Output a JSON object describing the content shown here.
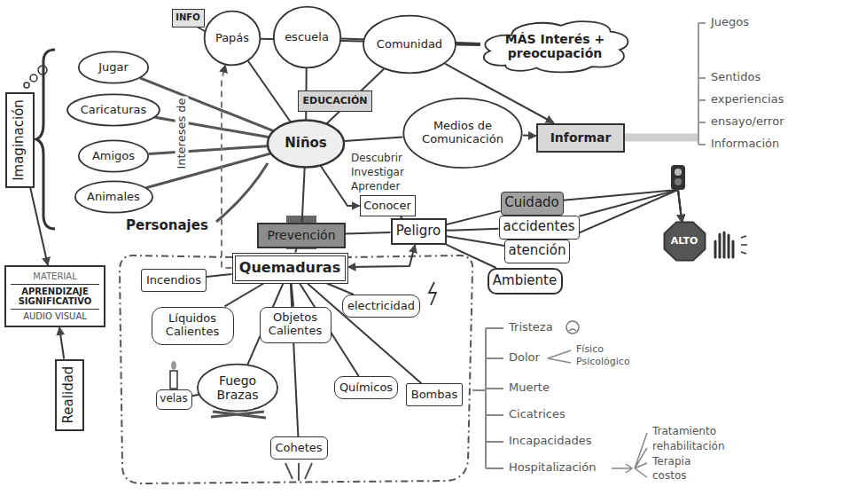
{
  "diagram": {
    "nodes": [
      {
        "text": [
          "INFO"
        ]
      },
      {
        "text": [
          "Papás"
        ]
      },
      {
        "text": [
          "escuela"
        ]
      },
      {
        "text": [
          "Comunidad"
        ]
      },
      {
        "text": [
          "MÁS Interés + preocupación"
        ]
      },
      {
        "text": [
          "EDUCACIÓN"
        ]
      },
      {
        "text": [
          "Imaginación"
        ]
      },
      {
        "text": [
          "Jugar"
        ]
      },
      {
        "text": [
          "Caricaturas"
        ]
      },
      {
        "text": [
          "Amigos"
        ]
      },
      {
        "text": [
          "Animales"
        ]
      },
      {
        "text": [
          "Niños"
        ]
      },
      {
        "text": [
          "Medios de Comunicación"
        ]
      },
      {
        "text": [
          "Informar"
        ]
      },
      {
        "text": [
          "Conocer"
        ]
      },
      {
        "text": [
          "MATERIAL",
          "APRENDIZAJE SIGNIFICATIVO",
          "AUDIO VISUAL"
        ]
      },
      {
        "text": [
          "Prevención"
        ]
      },
      {
        "text": [
          "Peligro"
        ]
      },
      {
        "text": [
          "Cuidado"
        ]
      },
      {
        "text": [
          "accidentes"
        ]
      },
      {
        "text": [
          "atención"
        ]
      },
      {
        "text": [
          "Ambiente"
        ]
      },
      {
        "text": [
          "ALTO"
        ]
      },
      {
        "text": [
          "Quemaduras"
        ]
      },
      {
        "text": [
          "Incendios"
        ]
      },
      {
        "text": [
          "Líquidos Calientes"
        ]
      },
      {
        "text": [
          "Objetos Calientes"
        ]
      },
      {
        "text": [
          "electricidad"
        ]
      },
      {
        "text": [
          "velas"
        ]
      },
      {
        "text": [
          "Fuego Brazas"
        ]
      },
      {
        "text": [
          "Químicos"
        ]
      },
      {
        "text": [
          "Bombas"
        ]
      },
      {
        "text": [
          "Cohetes"
        ]
      },
      {
        "text": [
          "Realidad"
        ]
      }
    ],
    "edges": [
      {
        "from": 1,
        "to": 11,
        "arrow": "none"
      },
      {
        "from": 2,
        "to": 11,
        "arrow": "none"
      },
      {
        "from": 3,
        "to": 11,
        "arrow": "none"
      },
      {
        "from": 1,
        "to": 4,
        "arrow": "none"
      },
      {
        "from": 2,
        "to": 4,
        "arrow": "none"
      },
      {
        "from": 3,
        "to": 4,
        "arrow": "none"
      },
      {
        "from": 3,
        "to": 13,
        "arrow": "to"
      },
      {
        "from": 12,
        "to": 13,
        "arrow": "to"
      },
      {
        "from": 7,
        "to": 11,
        "arrow": "none"
      },
      {
        "from": 8,
        "to": 11,
        "arrow": "none"
      },
      {
        "from": 9,
        "to": 11,
        "arrow": "none"
      },
      {
        "from": 10,
        "to": 11,
        "arrow": "none"
      },
      {
        "from": 11,
        "to": 12,
        "arrow": "none"
      },
      {
        "from": 11,
        "to": 14,
        "arrow": "to"
      },
      {
        "from": 14,
        "to": 17,
        "arrow": "none"
      },
      {
        "from": 11,
        "to": 16,
        "arrow": "none"
      },
      {
        "from": 16,
        "to": 17,
        "arrow": "none"
      },
      {
        "from": 16,
        "to": 23,
        "arrow": "none"
      },
      {
        "from": 17,
        "to": 18,
        "arrow": "none"
      },
      {
        "from": 17,
        "to": 19,
        "arrow": "none"
      },
      {
        "from": 17,
        "to": 20,
        "arrow": "none"
      },
      {
        "from": 17,
        "to": 21,
        "arrow": "none"
      },
      {
        "from": 18,
        "to": 22,
        "arrow": "to"
      },
      {
        "from": 19,
        "to": 22,
        "arrow": "to"
      },
      {
        "from": 20,
        "to": 22,
        "arrow": "to"
      },
      {
        "from": 23,
        "to": 24,
        "arrow": "none"
      },
      {
        "from": 23,
        "to": 25,
        "arrow": "none"
      },
      {
        "from": 23,
        "to": 26,
        "arrow": "none"
      },
      {
        "from": 23,
        "to": 27,
        "arrow": "none"
      },
      {
        "from": 23,
        "to": 29,
        "arrow": "none"
      },
      {
        "from": 23,
        "to": 30,
        "arrow": "none"
      },
      {
        "from": 23,
        "to": 31,
        "arrow": "none"
      },
      {
        "from": 23,
        "to": 32,
        "arrow": "none"
      },
      {
        "from": 29,
        "to": 28,
        "arrow": "none"
      },
      {
        "from": 6,
        "to": 15,
        "arrow": "to"
      },
      {
        "from": 33,
        "to": 15,
        "arrow": "to"
      },
      {
        "from": 17,
        "to": 23,
        "arrow": "both"
      },
      {
        "from": 23,
        "to": 1,
        "arrow": "to"
      }
    ],
    "labels": [
      "Intereses de",
      "Personajes",
      "Descubrir",
      "Investigar",
      "Aprender",
      "Juegos",
      "Sentidos",
      "experiencias",
      "ensayo/error",
      "Información",
      "Tristeza",
      "Dolor",
      "Físico",
      "Psicológico",
      "Muerte",
      "Cicatrices",
      "Incapacidades",
      "Hospitalización",
      "Tratamiento",
      "rehabilitación",
      "Terapia",
      "costos"
    ]
  }
}
